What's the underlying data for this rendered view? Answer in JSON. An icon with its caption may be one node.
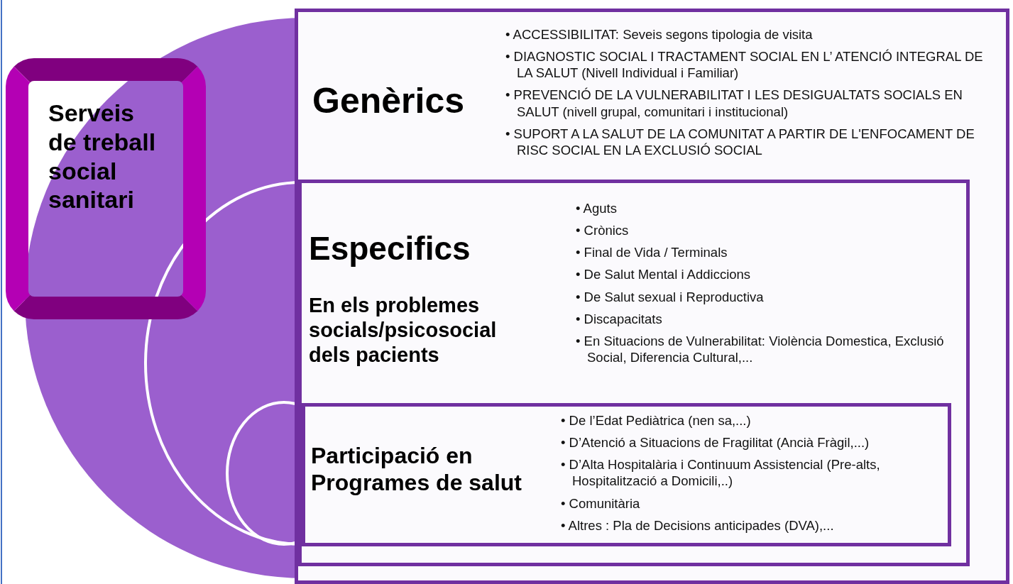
{
  "diagram": {
    "nodes": [
      {
        "text": [
          "Serveis de treball social sanitari"
        ]
      },
      {
        "text": [
          "Genèrics",
          "• ACCESSIBILITAT: Seveis  segons tipologia de visita",
          "• DIAGNOSTIC SOCIAL I TRACTAMENT SOCIAL EN L’ ATENCIÓ INTEGRAL DE LA SALUT (Nivell Individual i Familiar)",
          "• PREVENCIÓ DE LA VULNERABILITAT I LES DESIGUALTATS SOCIALS EN SALUT (nivell grupal, comunitari i institucional)",
          "• SUPORT A LA SALUT DE LA COMUNITAT A PARTIR DE L'ENFOCAMENT DE RISC SOCIAL EN LA EXCLUSIÓ SOCIAL"
        ]
      },
      {
        "text": [
          "Especifics",
          "En els problemes socials/psicosocial dels pacients",
          "• Aguts",
          "• Crònics",
          "• Final de Vida / Terminals",
          "• De Salut Mental i Addiccions",
          "• De Salut sexual i Reproductiva",
          "• Discapacitats",
          "• En Situacions de Vulnerabilitat: Violència Domestica, Exclusió Social, Diferencia Cultural,..."
        ],
        "in": 1
      },
      {
        "text": [
          "Participació en Programes de salut",
          "• De l’Edat Pediàtrica (nen sa,...)",
          "• D’Atenció a Situacions de Fragilitat (Ancià Fràgil,...)",
          "• D’Alta Hospitalària i Continuum Assistencial (Pre-alts, Hospitalització a Domicili,..)",
          "• Comunitària",
          "• Altres : Pla de Decisions anticipades (DVA),..."
        ],
        "in": 2
      }
    ]
  }
}
